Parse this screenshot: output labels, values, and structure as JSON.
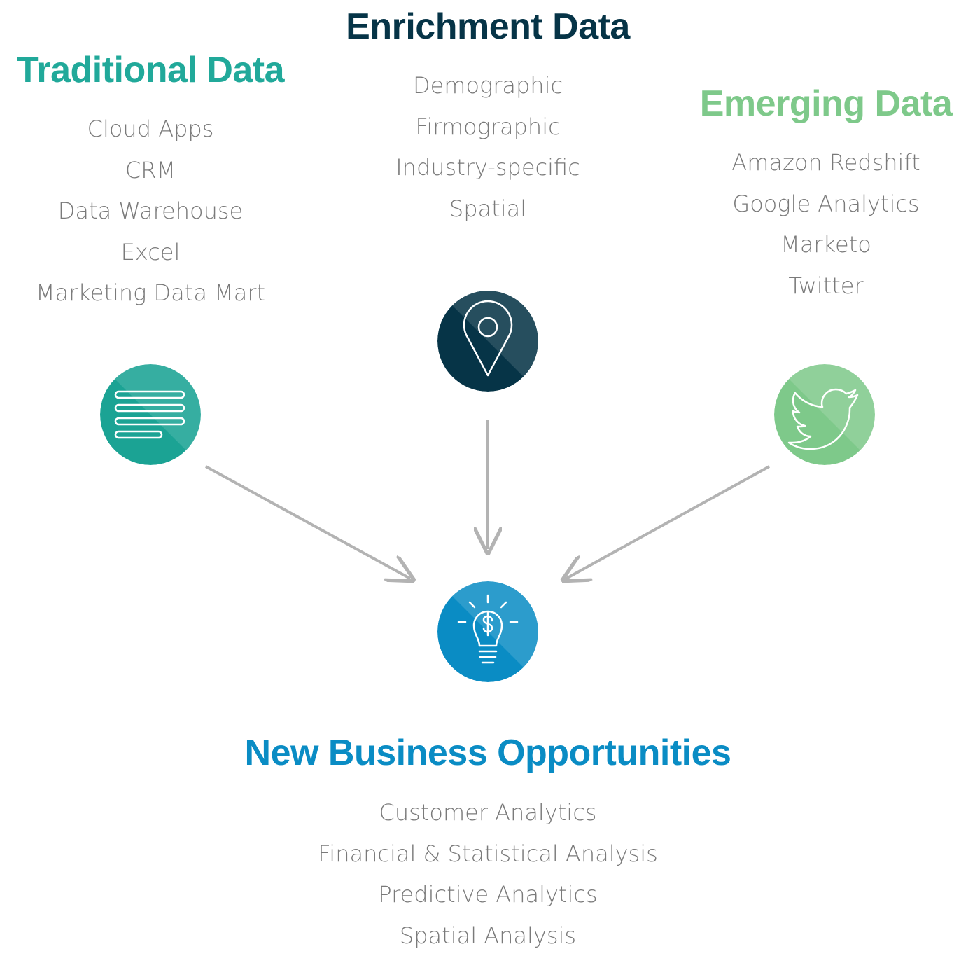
{
  "colors": {
    "traditional": "#21a99a",
    "enrichment": "#063447",
    "emerging": "#7ec98a",
    "opportunities": "#0a8cc4",
    "list_text": "#7a7a7a",
    "arrow": "#b3b3b3"
  },
  "traditional": {
    "title": "Traditional Data",
    "icon": "document-lines-icon",
    "items": [
      "Cloud Apps",
      "CRM",
      "Data Warehouse",
      "Excel",
      "Marketing Data Mart"
    ]
  },
  "enrichment": {
    "title": "Enrichment Data",
    "icon": "map-pin-icon",
    "items": [
      "Demographic",
      "Firmographic",
      "Industry-specific",
      "Spatial"
    ]
  },
  "emerging": {
    "title": "Emerging Data",
    "icon": "twitter-bird-icon",
    "items": [
      "Amazon Redshift",
      "Google Analytics",
      "Marketo",
      "Twitter"
    ]
  },
  "opportunities": {
    "title": "New Business Opportunities",
    "icon": "lightbulb-dollar-icon",
    "items": [
      "Customer Analytics",
      "Financial & Statistical Analysis",
      "Predictive Analytics",
      "Spatial Analysis"
    ]
  }
}
